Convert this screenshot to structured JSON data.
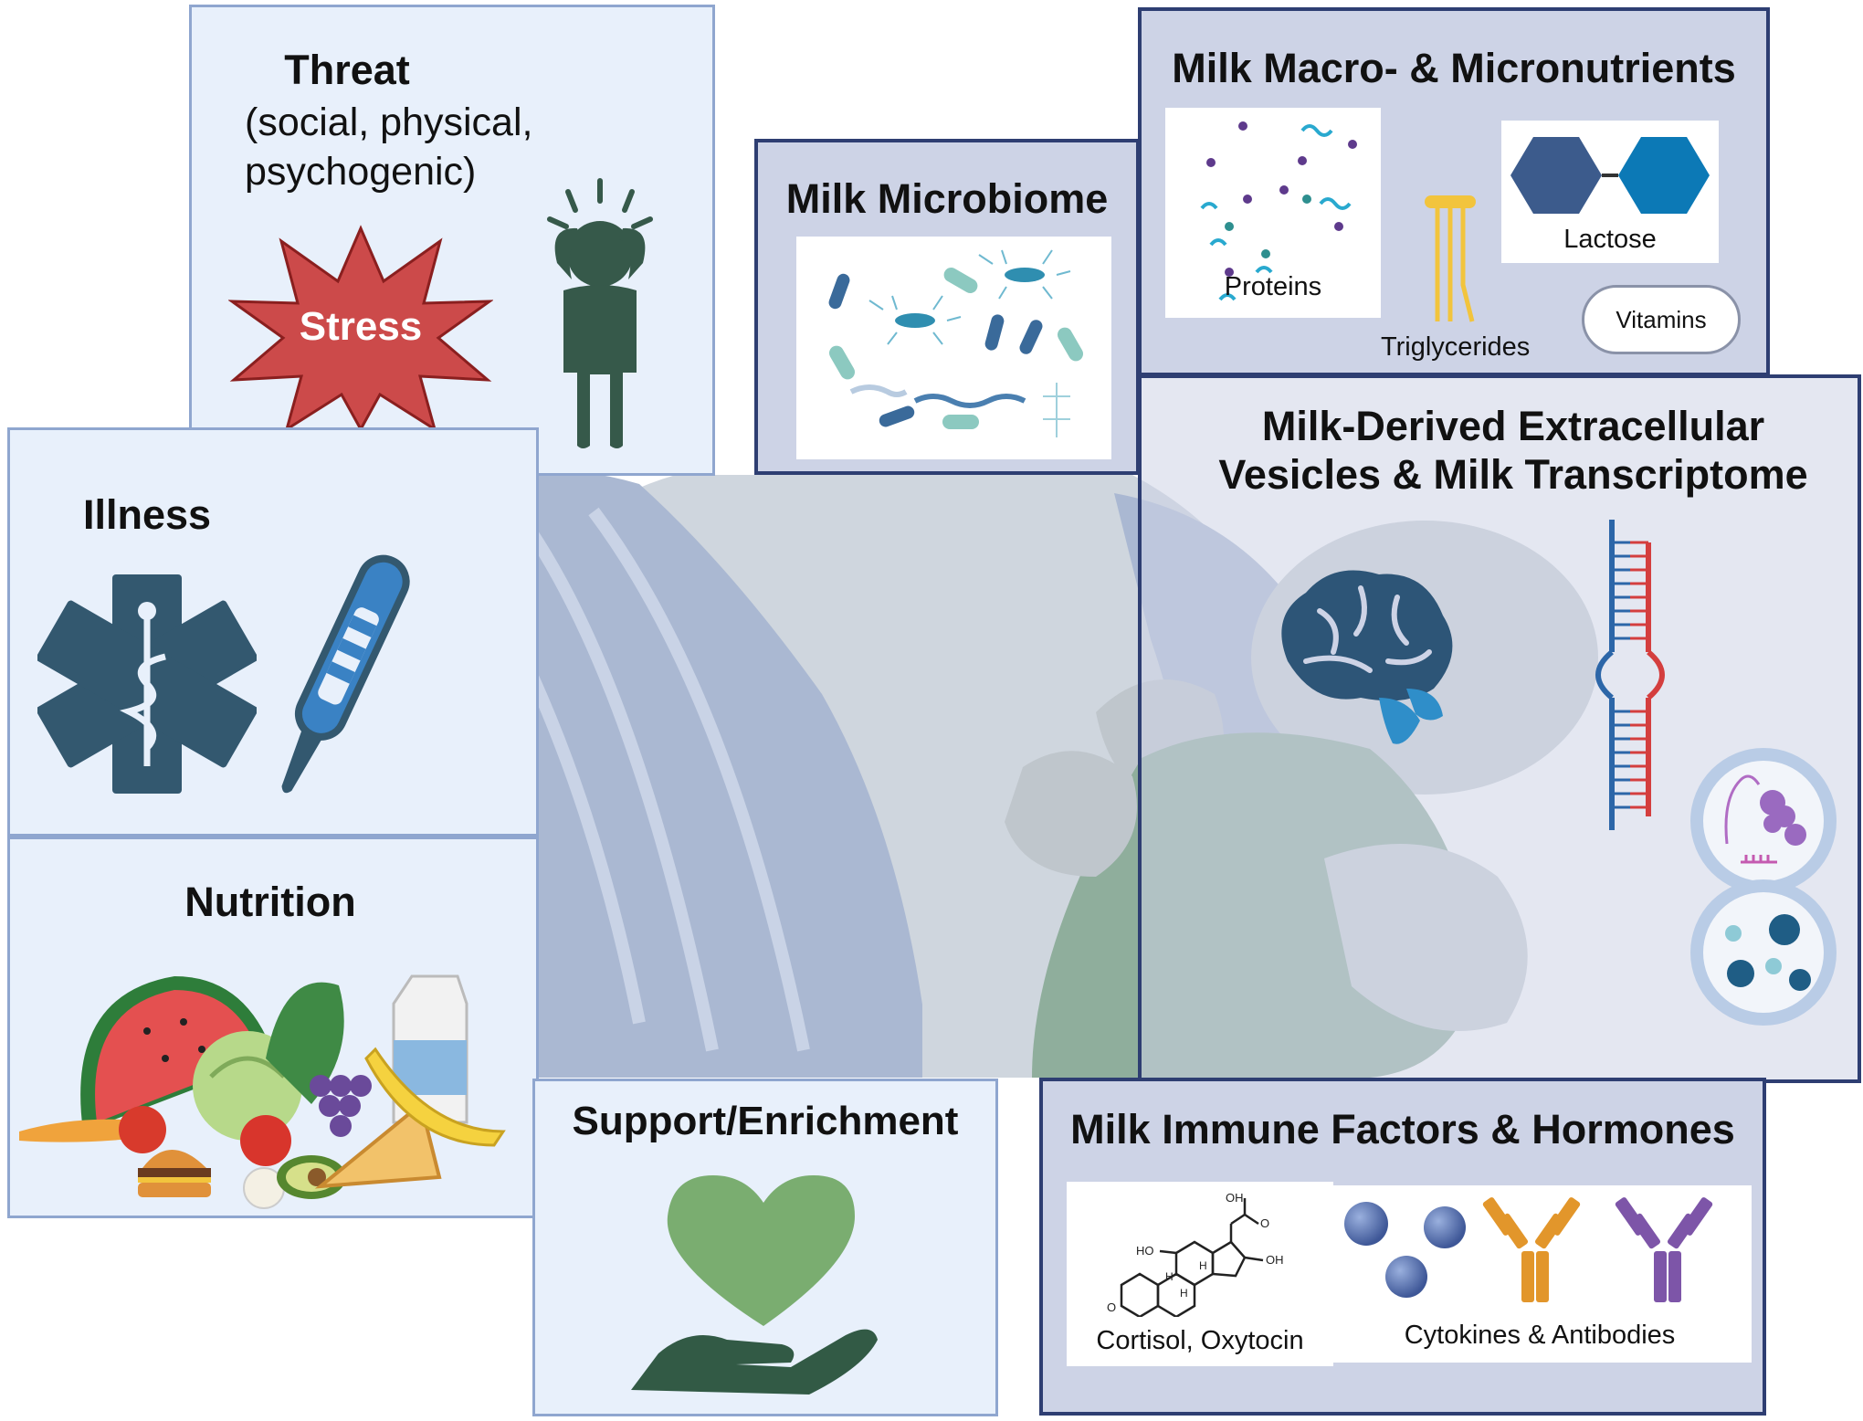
{
  "panels": {
    "threat": {
      "title": "Threat",
      "subtitle": "(social, physical, psychogenic)",
      "badge": "Stress",
      "icons": [
        "stress-burst-icon",
        "distressed-person-icon"
      ]
    },
    "illness": {
      "title": "Illness",
      "icons": [
        "star-of-life-icon",
        "thermometer-icon"
      ]
    },
    "nutrition": {
      "title": "Nutrition",
      "icons": [
        "watermelon-icon",
        "cabbage-icon",
        "milk-carton-icon",
        "burger-icon",
        "pizza-icon",
        "banana-icon",
        "grapes-icon",
        "avocado-icon"
      ]
    },
    "support": {
      "title": "Support/Enrichment",
      "icons": [
        "heart-in-hand-icon"
      ]
    },
    "microbiome": {
      "title": "Milk Microbiome",
      "icons": [
        "bacteria-icon"
      ]
    },
    "macronutrients": {
      "title": "Milk Macro- & Micronutrients",
      "proteins_label": "Proteins",
      "lactose_label": "Lactose",
      "triglycerides_label": "Triglycerides",
      "vitamins_label": "Vitamins"
    },
    "vesicles": {
      "title": "Milk-Derived Extracellular Vesicles & Milk Transcriptome",
      "icons": [
        "brain-icon",
        "rna-hairpin-icon",
        "vesicle-cargo-icon",
        "vesicle-particles-icon"
      ]
    },
    "immune": {
      "title": "Milk Immune Factors & Hormones",
      "cortisol_label": "Cortisol, Oxytocin",
      "cytokines_label": "Cytokines & Antibodies",
      "steroid_labels": [
        "OH",
        "O",
        "HO",
        "OH",
        "H",
        "H",
        "H",
        "O"
      ]
    }
  },
  "colors": {
    "panel_light_fill": "#e8f0fb",
    "panel_light_border": "#8fa6cf",
    "panel_dark_fill": "#cdd3e6",
    "panel_dark_border": "#2e3e72",
    "stress_red": "#cc4a4a",
    "person_green": "#36594a",
    "medical_blue": "#33586f",
    "thermometer_blue": "#3a82c4",
    "heart_green": "#7aad70",
    "hand_green": "#325a45",
    "lactose_dark": "#3c5b8c",
    "lactose_light": "#0c79b6",
    "triglyceride_yellow": "#f2c43d",
    "antibody_orange": "#e2962b",
    "antibody_purple": "#7d55a8",
    "cytokine_blue": "#5570a8",
    "rna_red": "#d43e3e",
    "rna_blue": "#2c66a8"
  }
}
